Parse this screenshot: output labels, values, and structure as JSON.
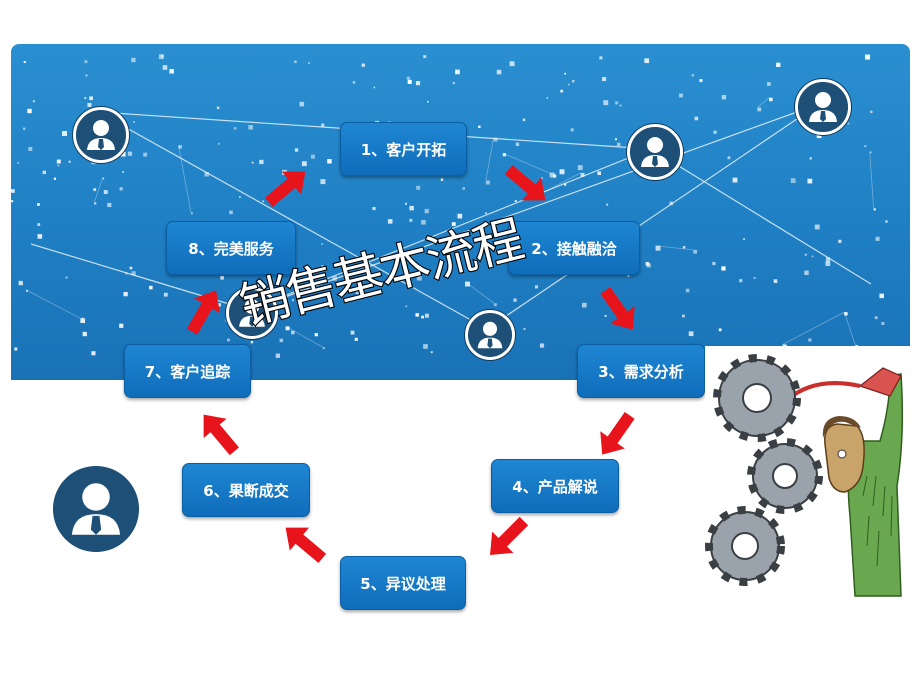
{
  "title": "销售基本流程",
  "steps": [
    {
      "label": "1、客户开拓"
    },
    {
      "label": "2、接触融洽"
    },
    {
      "label": "3、需求分析"
    },
    {
      "label": "4、产品解说"
    },
    {
      "label": "5、异议处理"
    },
    {
      "label": "6、果断成交"
    },
    {
      "label": "7、客户追踪"
    },
    {
      "label": "8、完美服务"
    }
  ],
  "colors": {
    "banner": "#2a8fd0",
    "step_box": "#1370be",
    "arrow": "#e8141b",
    "avatar": "#1d4f77"
  },
  "icons": [
    "person-avatar-icon",
    "flow-arrow-icon",
    "gears-illustration"
  ]
}
